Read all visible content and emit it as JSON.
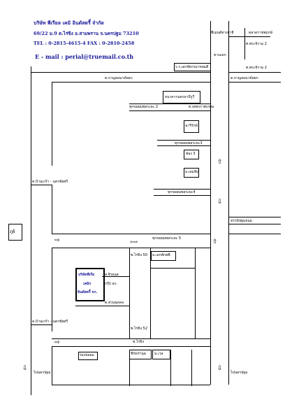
{
  "company": {
    "name": "บริษัท พีเรียล เคมิ อินดัสตรี้ จำกัด",
    "address": "69/22 ม.9 ต.ไร่ขิง อ.สามพราน จ.นครปฐม 73210",
    "tel_fax": "TEL : 0-2815-4615-4 FAX : 0-2810-2458",
    "email": "E - mail : perial@truemail.co.th"
  },
  "labels": {
    "top_right_1": "ซีเมนต์ทางยาธี",
    "top_right_2": "ตลาดราชพฤกษ์",
    "top_right_3": "ทางแยก",
    "top_right_4": "ร.ร.เอกชัยกรมาหลมดี",
    "top_right_5": "ศ.พระจิราม 2",
    "top_right_6": "ศ.พระจิราม 2",
    "road_top_left": "ต.ถาญลอนาคัลยก",
    "road_top_right": "ต.ถาญลอนาคัลยก",
    "bldg_1": "ธนาคารนครธานีรูวี",
    "soi_1": "ทุกขอยมพลระยะ 2",
    "soi_1b": "ต.เพชรกาศเกษม",
    "bldg_2": "ฉารีรักษ์",
    "soi_2": "ทุกขอยมพลระยะ3",
    "bldg_3": "ซ่อง 3",
    "bldg_4": "ม.เอมจีย",
    "left_road_1": "ต.บ้านเกร้า - นครชัยศรี",
    "soi_3": "ทุกขอยมพลระยะ4",
    "right_mid": "ทรรมิปฐมธนม",
    "compass": "ภูฝ้",
    "soi_4": "ทุกขอยมพลระยะ 5",
    "soi_5": "ซ.ไร่ขิง 50",
    "bldg_5": "ม.เอกพักพพี",
    "road_left_2": "ส.จิรอนส",
    "road_left_3": "กรุ๊ป อก.",
    "company_box_1": "บริษัทพีเรีย",
    "company_box_2": "เคมิก",
    "company_box_3": "อินดัสตรี้ จก.",
    "road_mid_2": "ต.ส่วนบุคคล",
    "left_road_2": "ต.บ้านเกร้า - นครชัยศรี",
    "soi_6": "ซ.ไร่ขิง 52",
    "bottom_mid": "ซ.ไร่ขิง",
    "bottom_b1": "ร่องปลอม",
    "bottom_b2": "ชีกัดกำมุด",
    "bottom_b3": "ม.เว่ล",
    "bottom_left": "ไปนครปฐม",
    "bottom_right": "ไปนครปฐม"
  },
  "colors": {
    "header": "#1a1a9a",
    "line": "#000000",
    "box_border": "#000000"
  }
}
